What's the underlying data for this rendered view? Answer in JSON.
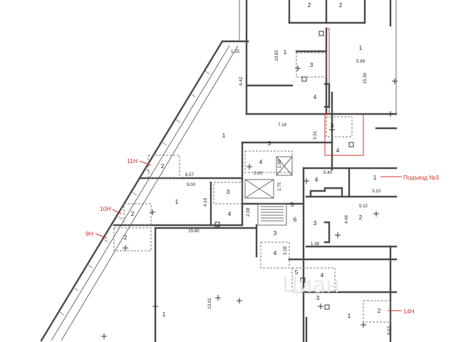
{
  "plan": {
    "units": {
      "n11": "11Н",
      "n10": "10Н",
      "n9": "9Н",
      "n14": "14Н"
    },
    "entrance": "Подъезд №3",
    "rooms": {
      "r_top_a": "2",
      "r_top_b": "2",
      "r_big1": "1",
      "r_right1": "1",
      "r_s3a": "3",
      "r_s4a": "4",
      "r_center1": "1",
      "r_r3b": "3",
      "r_r4b": "4",
      "r_st3": "3",
      "r_st4": "4",
      "r_11h2": "2",
      "r_hall4": "4",
      "r_rt1": "1",
      "r_mid1": "1",
      "r_mid3": "3",
      "r_mid4": "4",
      "r_10h2": "2",
      "r_c5": "5",
      "r_c6": "6",
      "r_9h2": "2",
      "r_c3b": "3",
      "r_rr3": "3",
      "r_rr2": "2",
      "r_c4b": "4",
      "r_b5": "5",
      "r_b4": "4",
      "r_bottom1": "1",
      "r_b3": "3",
      "r_br1": "1",
      "r_br2": "2"
    },
    "dims": {
      "d1": "1.25",
      "d2": "10.83",
      "d3": "5.99",
      "d4": "15.30",
      "d5": "6.42",
      "d6": "7.18",
      "d7": "3.31",
      "d8": "1.90",
      "d9": "5.40",
      "d10": "2.83",
      "d11": "8.57",
      "d12": "9.00",
      "d13": "1.75",
      "d14": "3.10",
      "d15": "4.10",
      "d16": "5.22",
      "d17": "2.38",
      "d18": "4.46",
      "d19": "15.60",
      "d20": "1.38",
      "d21": "3.28",
      "d22": "13.01",
      "d23": "9.63"
    },
    "watermark": "Циан"
  }
}
